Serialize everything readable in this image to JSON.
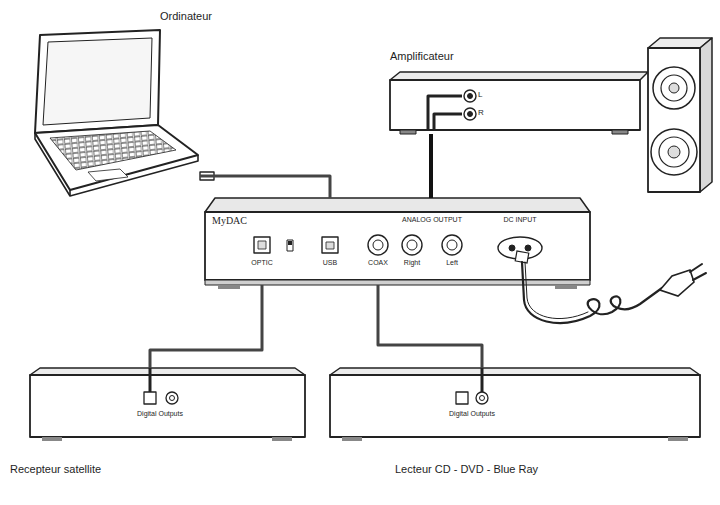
{
  "diagram": {
    "nodes": [
      {
        "text": [
          "Ordinateur"
        ]
      },
      {
        "text": [
          "Amplificateur",
          "L",
          "R"
        ]
      },
      {
        "text": [
          "MyDAC",
          "ANALOG OUTPUT",
          "DC INPUT",
          "OPTIC",
          "USB",
          "COAX",
          "Right",
          "Left"
        ]
      },
      {
        "text": [
          "Digital Outputs",
          "Recepteur satellite"
        ]
      },
      {
        "text": [
          "Digital Outputs",
          "Lecteur CD - DVD - Blue Ray"
        ]
      }
    ],
    "edges": [
      {
        "from": 0,
        "to": 2,
        "arrow": "none"
      },
      {
        "from": 2,
        "to": 1,
        "arrow": "none"
      },
      {
        "from": 3,
        "to": 2,
        "arrow": "none"
      },
      {
        "from": 4,
        "to": 2,
        "arrow": "none"
      }
    ]
  }
}
